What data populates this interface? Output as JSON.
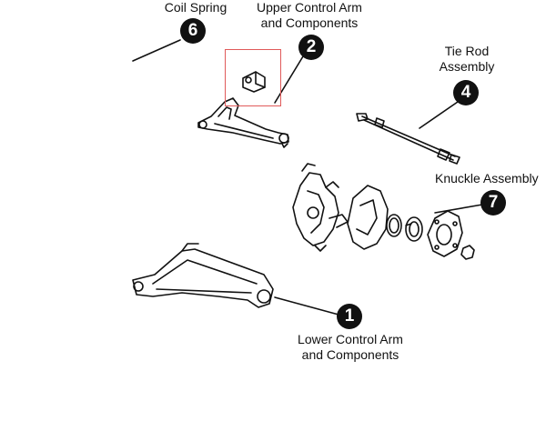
{
  "callouts": [
    {
      "id": "coil-spring",
      "number": "6",
      "label_lines": [
        "Coil Spring"
      ]
    },
    {
      "id": "upper-control-arm",
      "number": "2",
      "label_lines": [
        "Upper Control Arm",
        "and Components"
      ]
    },
    {
      "id": "tie-rod",
      "number": "4",
      "label_lines": [
        "Tie Rod",
        "Assembly"
      ]
    },
    {
      "id": "knuckle",
      "number": "7",
      "label_lines": [
        "Knuckle Assembly"
      ]
    },
    {
      "id": "lower-control-arm",
      "number": "1",
      "label_lines": [
        "Lower Control Arm",
        "and Components"
      ]
    }
  ],
  "colors": {
    "line": "#111111",
    "highlight": "#e05a5a",
    "badge": "#111111",
    "badge_text": "#ffffff"
  }
}
